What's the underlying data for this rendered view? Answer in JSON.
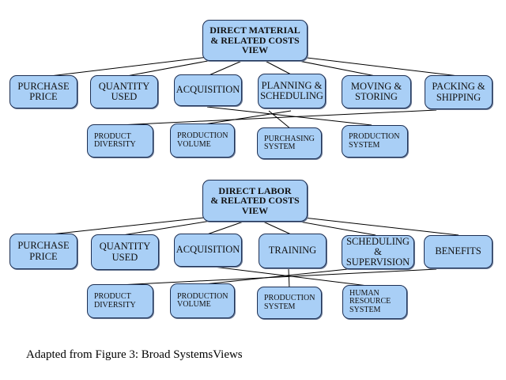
{
  "diagrams": [
    {
      "root": "DIRECT MATERIAL\n& RELATED COSTS\nVIEW",
      "views": [
        "PURCHASE\nPRICE",
        "QUANTITY\nUSED",
        "ACQUISITION",
        "PLANNING &\nSCHEDULING",
        "MOVING &\nSTORING",
        "PACKING &\nSHIPPING"
      ],
      "drivers": [
        "PRODUCT\nDIVERSITY",
        "PRODUCTION\nVOLUME",
        "PURCHASING\nSYSTEM",
        "PRODUCTION\nSYSTEM"
      ]
    },
    {
      "root": "DIRECT LABOR\n& RELATED COSTS\nVIEW",
      "views": [
        "PURCHASE\nPRICE",
        "QUANTITY\nUSED",
        "ACQUISITION",
        "TRAINING",
        "SCHEDULING &\nSUPERVISION",
        "BENEFITS"
      ],
      "drivers": [
        "PRODUCT\nDIVERSITY",
        "PRODUCTION\nVOLUME",
        "PRODUCTION\nSYSTEM",
        "HUMAN\nRESOURCE\nSYSTEM"
      ]
    }
  ],
  "caption": "Adapted from Figure 3: Broad SystemsViews",
  "colors": {
    "node_fill": "#a9cff6",
    "node_border": "#1d2f53",
    "line": "#000000"
  }
}
